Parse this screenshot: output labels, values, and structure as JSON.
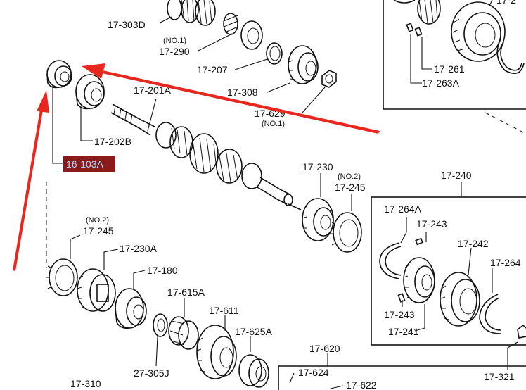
{
  "diagram": {
    "highlight": {
      "text": "16-103A",
      "bg_color": "#8b1a1a",
      "text_color": "#a9d8ff"
    },
    "arrow_color": "#e8281e",
    "labels": {
      "p17_303D": "17-303D",
      "p17_290_note": "(NO.1)",
      "p17_290": "17-290",
      "p17_207": "17-207",
      "p17_308": "17-308",
      "p17_629": "17-629",
      "p17_629_note": "(NO.1)",
      "p17_201A": "17-201A",
      "p17_202B": "17-202B",
      "p17_230": "17-230",
      "p17_245_note_r": "(NO.2)",
      "p17_245_r": "17-245",
      "p17_245_note_l": "(NO.2)",
      "p17_245_l": "17-245",
      "p17_230A": "17-230A",
      "p17_180": "17-180",
      "p17_615A": "17-615A",
      "p17_611": "17-611",
      "p17_625A": "17-625A",
      "p27_305J": "27-305J",
      "p17_310": "17-310",
      "p17_620": "17-620",
      "p17_624": "17-624",
      "p17_622": "17-622",
      "p17_240": "17-240",
      "p17_264A": "17-264A",
      "p17_243_top": "17-243",
      "p17_242": "17-242",
      "p17_264_cut": "17-264",
      "p17_243_bot": "17-243",
      "p17_241": "17-241",
      "p17_321_cut": "17-321",
      "p17_261": "17-261",
      "p17_263A": "17-263A",
      "p17_top_cut": "17-2"
    }
  }
}
